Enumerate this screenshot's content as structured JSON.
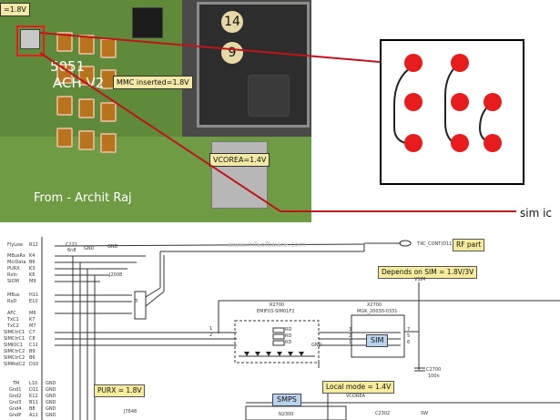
{
  "photo": {
    "top_left_label": "=1.8V",
    "chip_14": "14",
    "chip_9": "9",
    "mmc_label": "MMC inserted=1.8V",
    "vcorea_label": "VCOREA=1.4V",
    "chip_text_1": "5051",
    "chip_text_2": "ACH V2",
    "credit": "From - Archit Raj"
  },
  "callout": {
    "sim_ic_label": "sim ic"
  },
  "schematic": {
    "left_signals": [
      "FlyLow",
      "MBusRx",
      "MciData",
      "PURX",
      "RxIn",
      "SIOM",
      "MBus",
      "RxD",
      "AFC",
      "TxC1",
      "TxC2",
      "SIMCtrC1",
      "SIMCtrC1",
      "SIMIOC1",
      "SIMCtrC2",
      "SIMCtrC2",
      "SIMRstC2",
      "TM",
      "Gnd1",
      "Gnd2",
      "Gnd3",
      "Gnd4",
      "GndP"
    ],
    "pin_labels": [
      "R12",
      "K4",
      "B6",
      "K3",
      "K6",
      "M9",
      "H11",
      "E10",
      "M6",
      "K7",
      "M7",
      "C7",
      "C8",
      "C11",
      "B9",
      "B6",
      "D10",
      "L10",
      "D11",
      "K12",
      "B11",
      "B8",
      "A11"
    ],
    "gnd_labels": [
      "GND",
      "GND",
      "GND",
      "GND",
      "GND",
      "GND"
    ],
    "top_parts": [
      "C221",
      "6n8",
      "GND",
      "GND"
    ],
    "j_label": "J2008",
    "rf_net": "TXC_CONT(D11)",
    "rf_part": "RF part",
    "depends": "Depends on SIM = 1.8V/3V",
    "vsim": "VSIM",
    "r_ref": "R2700",
    "r_part": "EMIF03-SIM01F2",
    "x_ref": "X2700",
    "x_part": "MGK_20030-0331",
    "sim": "SIM",
    "c_ref": "C2700",
    "c_val": "100n",
    "gnd": "GND",
    "local_mode": "Local mode = 1.4V",
    "smps": "SMPS",
    "vcorea": "VCOREA",
    "n_ref": "N2300",
    "purx": "PURX = 1.8V",
    "j_ref_bottom": "J7648",
    "c_bottom": "C2302",
    "sw_label": "SW",
    "watermark": "www.mfsoftware.com",
    "pins_in": [
      "1",
      "2",
      "3"
    ],
    "pins_out": [
      "3",
      "2",
      "1",
      "7",
      "5",
      "6"
    ],
    "rd_labels": [
      "RD",
      "RD",
      "RD"
    ]
  }
}
